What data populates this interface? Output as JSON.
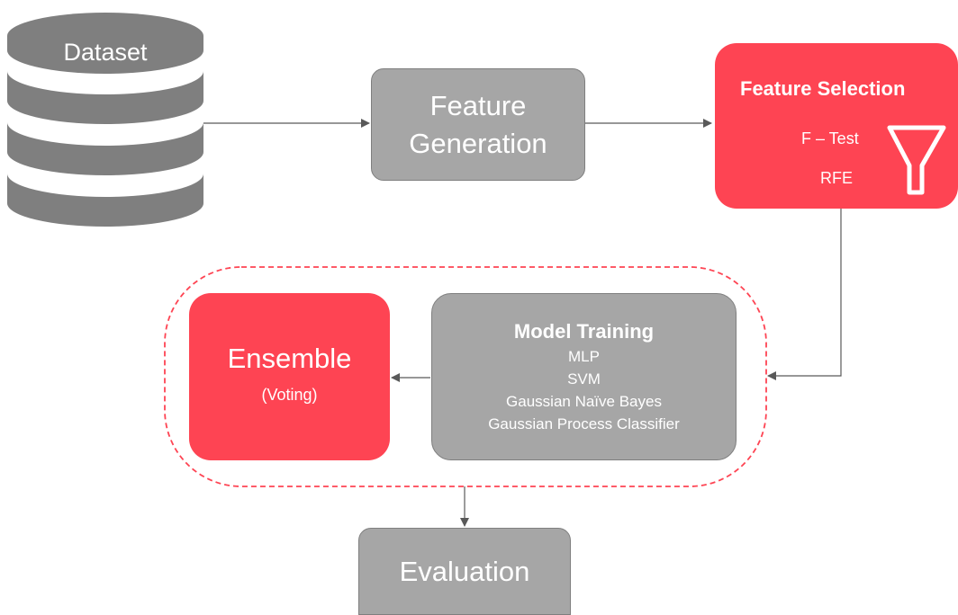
{
  "colors": {
    "accent_red": "#fe4453",
    "box_gray": "#a6a6a6",
    "box_border": "#7f7f7f",
    "cylinder": "#7f7f7f",
    "connector": "#595959"
  },
  "dataset": {
    "label": "Dataset",
    "icon": "database-icon"
  },
  "feature_generation": {
    "line1": "Feature",
    "line2": "Generation"
  },
  "feature_selection": {
    "title": "Feature Selection",
    "method1": "F – Test",
    "method2": "RFE",
    "icon": "filter-icon"
  },
  "model_training": {
    "title": "Model Training",
    "models": [
      "MLP",
      "SVM",
      "Gaussian Naïve Bayes",
      "Gaussian Process Classifier"
    ]
  },
  "ensemble": {
    "title": "Ensemble",
    "subtitle": "(Voting)"
  },
  "evaluation": {
    "label": "Evaluation"
  }
}
